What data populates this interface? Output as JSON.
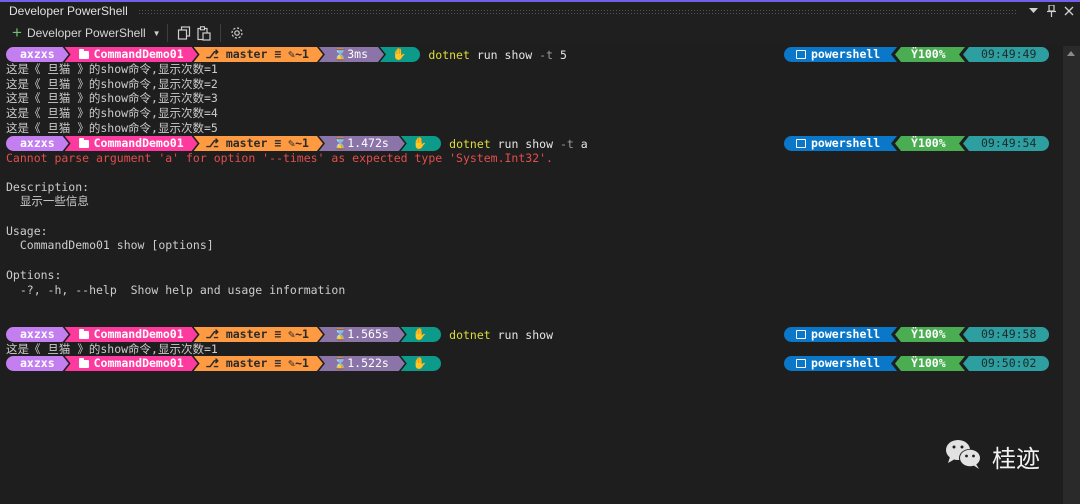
{
  "window": {
    "title": "Developer PowerShell",
    "controls": {
      "dropdown": "▾",
      "pin": "pin",
      "close": "✕"
    }
  },
  "toolbar": {
    "new_terminal_label": "Developer PowerShell",
    "new_terminal_icon": "plus-icon",
    "copy_icon": "copy-icon",
    "paste_icon": "paste-icon",
    "settings_icon": "gear-icon"
  },
  "colors": {
    "accent": "#7160e8",
    "user_segment": "#c37ef0",
    "path_segment": "#ff3a9f",
    "git_segment": "#fe9a42",
    "time_segment": "#8a74a8",
    "status_segment": "#0c9b8a",
    "shell_segment": "#0a77c9",
    "battery_segment": "#4aad52",
    "clock_segment": "#2e9fa0",
    "error_text": "#e24e4e",
    "command_exe": "#dcdc3a"
  },
  "prompts": [
    {
      "user": "axzxs",
      "path": "CommandDemo01",
      "branch": "master",
      "git_status": "≡ ✎~1",
      "duration": "⌛3ms",
      "status_icon": "✋",
      "command_exe": "dotnet",
      "command_args": " run show ",
      "command_flag": "-t",
      "command_value": " 5",
      "shell": "powershell",
      "battery": "100%",
      "clock": "09:49:49"
    },
    {
      "user": "axzxs",
      "path": "CommandDemo01",
      "branch": "master",
      "git_status": "≡ ✎~1",
      "duration": "⌛1.472s",
      "status_icon": "✋",
      "command_exe": "dotnet",
      "command_args": " run show ",
      "command_flag": "-t",
      "command_value": " a",
      "shell": "powershell",
      "battery": "100%",
      "clock": "09:49:54"
    },
    {
      "user": "axzxs",
      "path": "CommandDemo01",
      "branch": "master",
      "git_status": "≡ ✎~1",
      "duration": "⌛1.565s",
      "status_icon": "✋",
      "command_exe": "dotnet",
      "command_args": " run show",
      "command_flag": "",
      "command_value": "",
      "shell": "powershell",
      "battery": "100%",
      "clock": "09:49:58"
    },
    {
      "user": "axzxs",
      "path": "CommandDemo01",
      "branch": "master",
      "git_status": "≡ ✎~1",
      "duration": "⌛1.522s",
      "status_icon": "✋",
      "command_exe": "",
      "command_args": "",
      "command_flag": "",
      "command_value": "",
      "shell": "powershell",
      "battery": "100%",
      "clock": "09:50:02"
    }
  ],
  "output": {
    "run1": [
      "这是《 旦猫 》的show命令,显示次数=1",
      "这是《 旦猫 》的show命令,显示次数=2",
      "这是《 旦猫 》的show命令,显示次数=3",
      "这是《 旦猫 》的show命令,显示次数=4",
      "这是《 旦猫 》的show命令,显示次数=5"
    ],
    "run2_error": "Cannot parse argument 'a' for option '--times' as expected type 'System.Int32'.",
    "run2_help": {
      "description_heading": "Description:",
      "description_text": "  显示一些信息",
      "usage_heading": "Usage:",
      "usage_text": "  CommandDemo01 show [options]",
      "options_heading": "Options:",
      "options_text": "  -?, -h, --help  Show help and usage information"
    },
    "run3": [
      "这是《 旦猫 》的show命令,显示次数=1"
    ]
  },
  "watermark": {
    "icon": "wechat-icon",
    "text": "桂迹"
  }
}
